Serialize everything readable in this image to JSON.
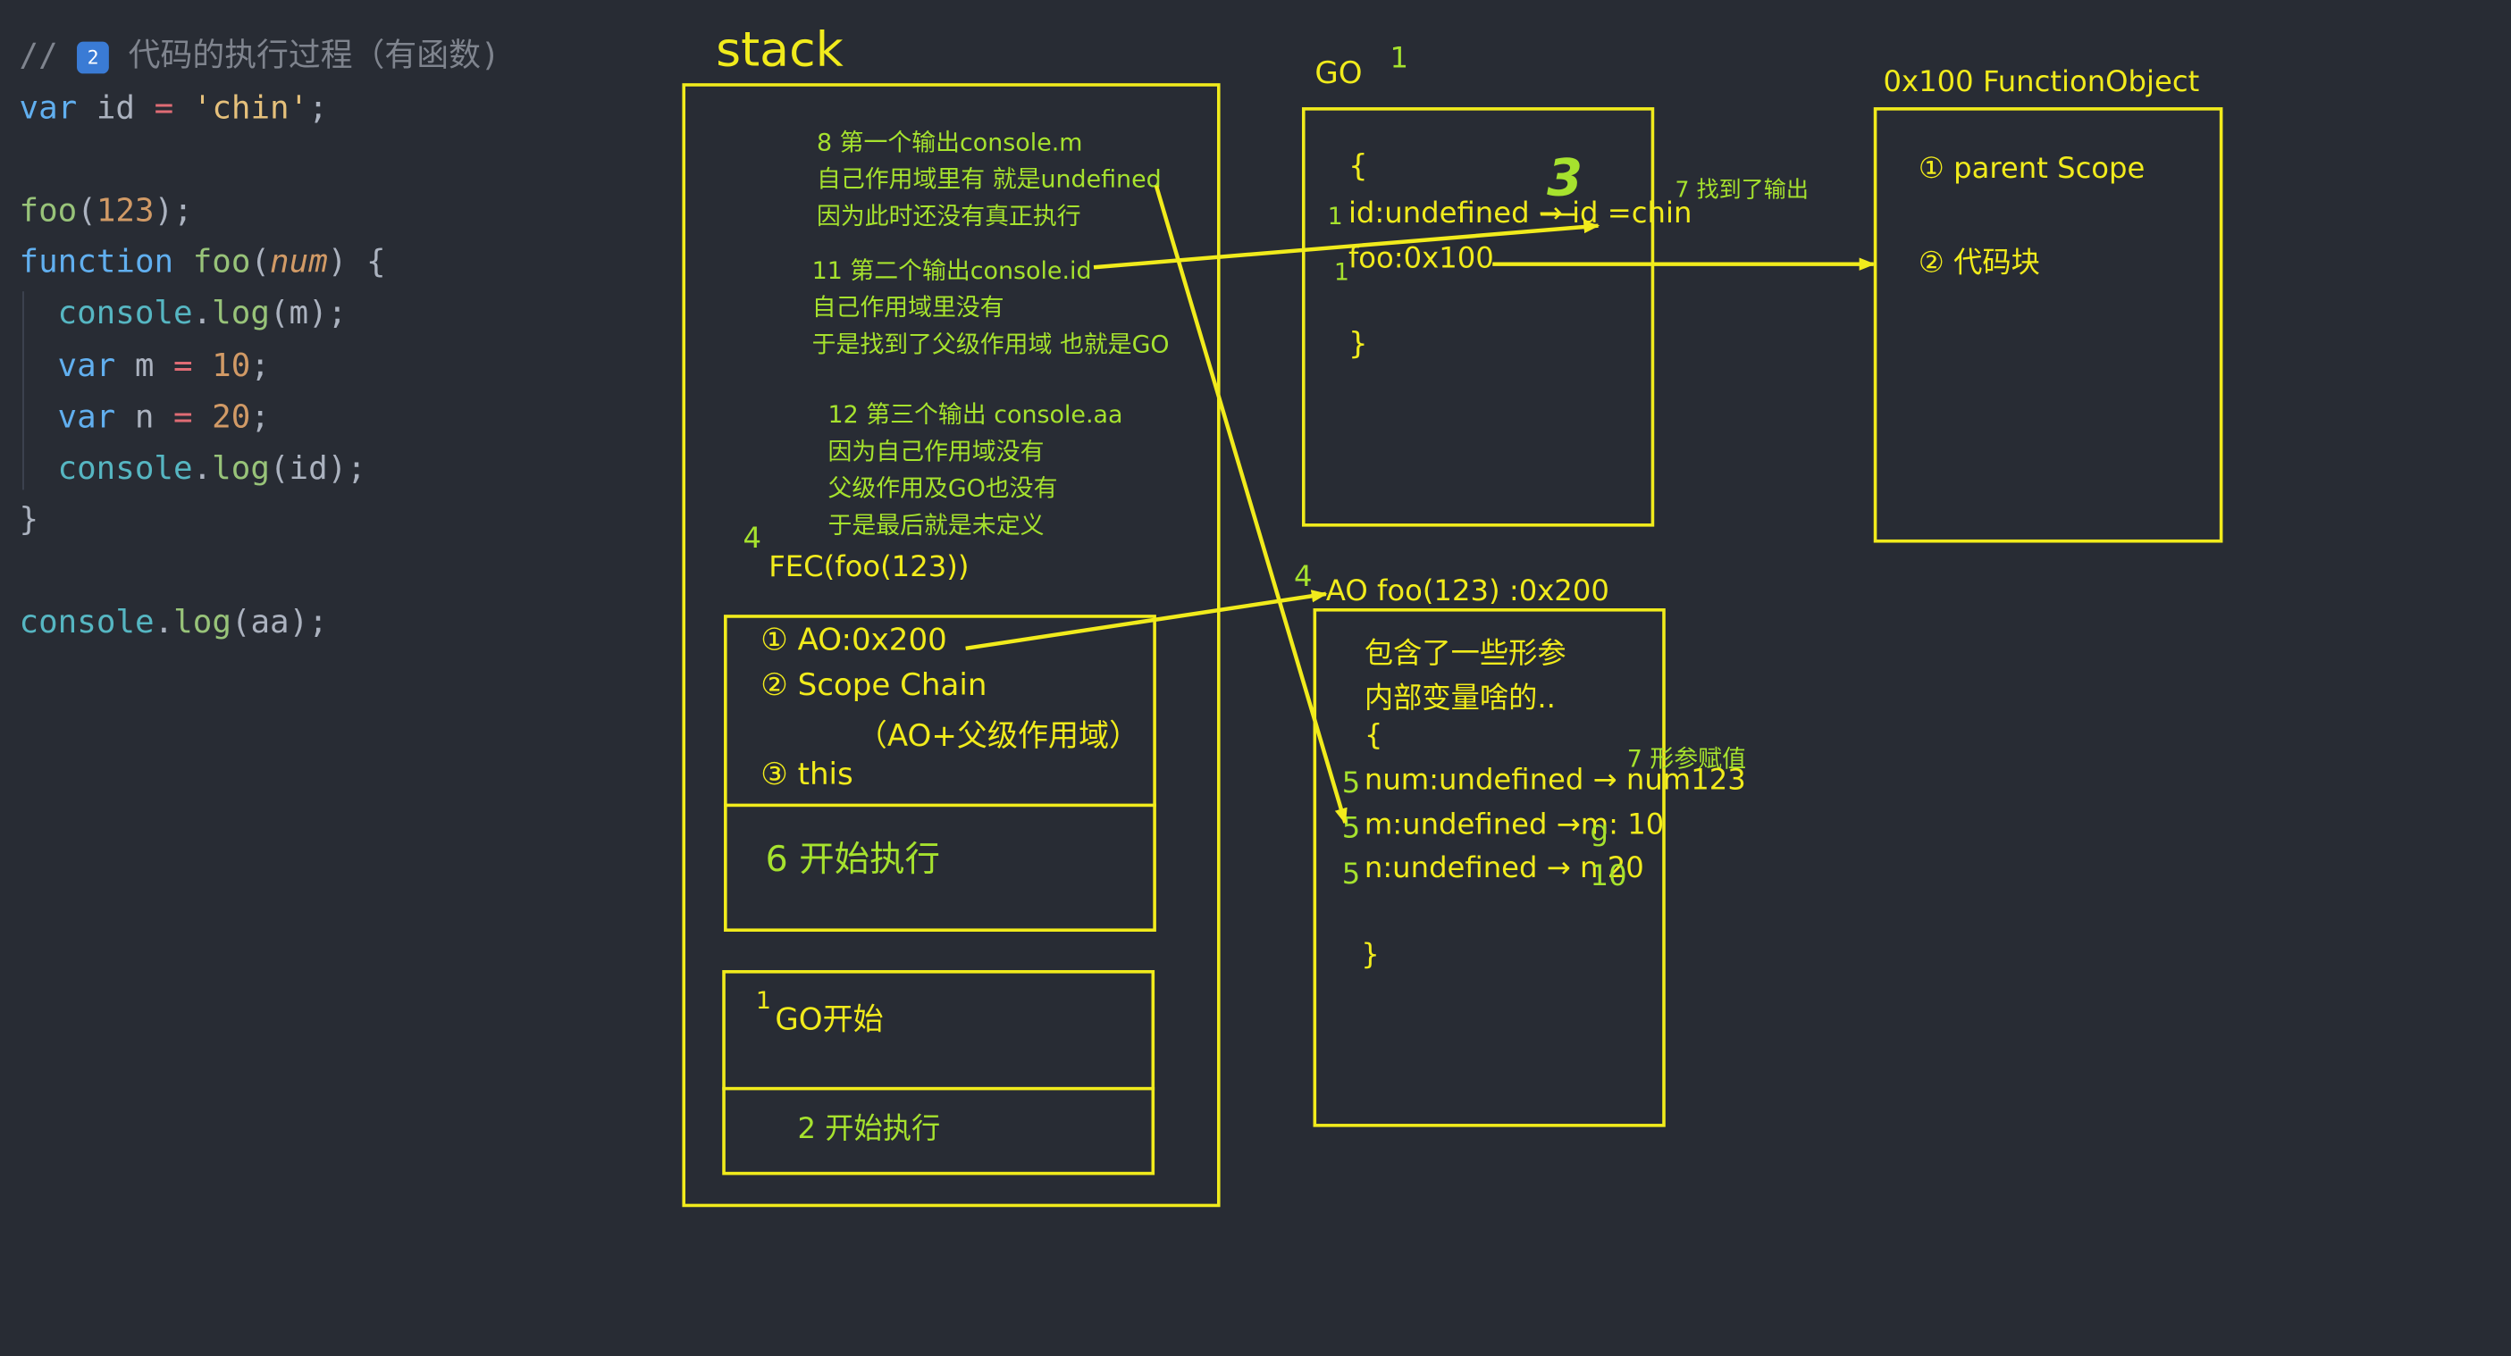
{
  "code": {
    "comment": "// ",
    "badge": "2",
    "comment_text": " 代码的执行过程（有函数)",
    "l2_kw": "var",
    "l2_id": " id ",
    "l2_eq": "=",
    "l2_str": " 'chin'",
    "l2_end": ";",
    "l4_fn": "foo",
    "l4_open": "(",
    "l4_num": "123",
    "l4_close": ");",
    "l5_kw": "function",
    "l5_name": " foo",
    "l5_open": "(",
    "l5_param": "num",
    "l5_close": ") {",
    "l6_obj": "console",
    "l6_dot": ".",
    "l6_fn": "log",
    "l6_args": "(m);",
    "l7_kw": "var",
    "l7_id": " m ",
    "l7_eq": "=",
    "l7_num": " 10",
    "l7_end": ";",
    "l8_kw": "var",
    "l8_id": " n ",
    "l8_eq": "=",
    "l8_num": " 20",
    "l8_end": ";",
    "l9_obj": "console",
    "l9_dot": ".",
    "l9_fn": "log",
    "l9_args": "(id);",
    "l10": "}",
    "l12_obj": "console",
    "l12_dot": ".",
    "l12_fn": "log",
    "l12_args": "(aa);"
  },
  "stack": {
    "title": "stack",
    "note8": [
      "8 第一个输出console.m",
      "自己作用域里有 就是undefined",
      "因为此时还没有真正执行"
    ],
    "note11": [
      "11 第二个输出console.id",
      "自己作用域里没有",
      "于是找到了父级作用域 也就是GO"
    ],
    "note12": [
      "12 第三个输出 console.aa",
      "因为自己作用域没有",
      "父级作用及GO也没有",
      "于是最后就是未定义"
    ],
    "fec_num": "4",
    "fec_label": "FEC(foo(123))",
    "fec_items": [
      "① AO:0x200",
      "② Scope Chain",
      "（AO+父级作用域）",
      "③ this"
    ],
    "fec_exec": "6 开始执行",
    "gec_num": "1",
    "gec_label": "GO开始",
    "gec_exec": "2 开始执行"
  },
  "go": {
    "title": "GO",
    "title_num": "1",
    "brace_open": "{",
    "line1_num": "1",
    "line1": "id:undefined → id =chin",
    "line2_num": "1",
    "line2": "foo:0x100",
    "brace_close": "}",
    "scribble": "3",
    "note7": "7 找到了输出"
  },
  "funcobj": {
    "title": "0x100 FunctionObject",
    "item1": "① parent Scope",
    "item2": "② 代码块"
  },
  "ao": {
    "title_num": "4",
    "title": "AO foo(123) :0x200",
    "desc1": "包含了一些形参",
    "desc2": "内部变量啥的..",
    "brace_open": "{",
    "note7": "7 形参赋值",
    "rows": [
      {
        "num": "5",
        "text": "num:undefined → num123"
      },
      {
        "num": "5",
        "text": "m:undefined →m:  10"
      },
      {
        "num": "5",
        "text": "n:undefined → n 20"
      }
    ],
    "overlay1": "g",
    "overlay2": "10",
    "brace_close": "}"
  },
  "colors": {
    "yellow": "#f1eb1c",
    "green": "#a6e22e",
    "bg": "#282c34"
  }
}
